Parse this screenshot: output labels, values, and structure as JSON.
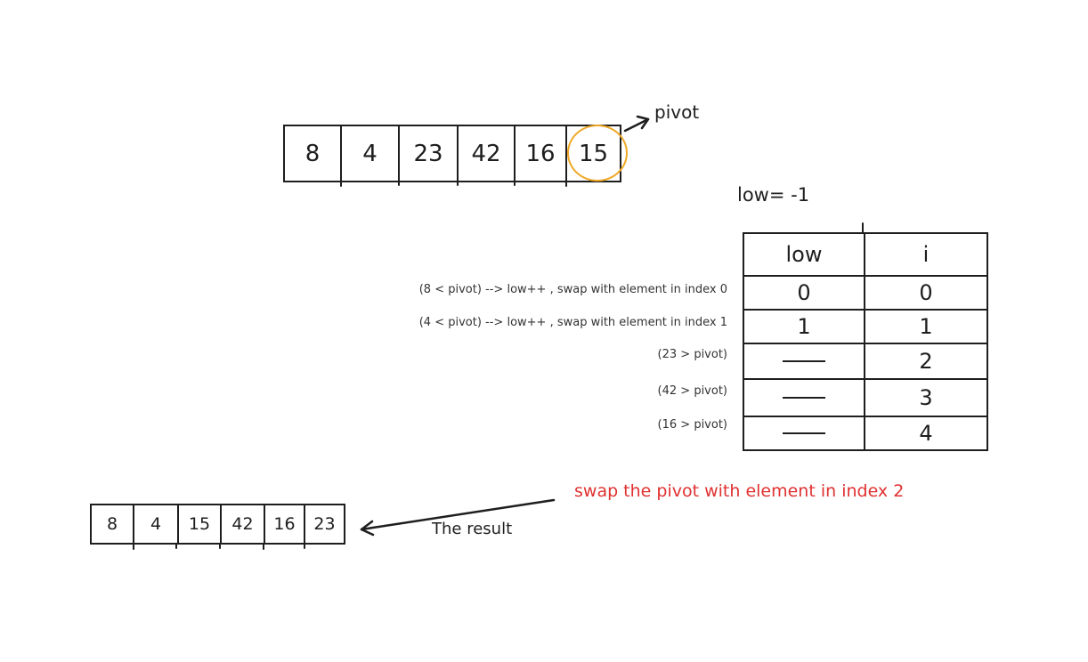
{
  "top_array": [
    "8",
    "4",
    "23",
    "42",
    "16",
    "15"
  ],
  "pivot_label": "pivot",
  "low_initial": "low= -1",
  "table": {
    "headers": [
      "low",
      "i"
    ],
    "rows": [
      {
        "low": "0",
        "i": "0",
        "note": "(8 < pivot)  --> low++ , swap with element in index 0"
      },
      {
        "low": "1",
        "i": "1",
        "note": "(4 < pivot)  --> low++ , swap with element in index 1"
      },
      {
        "low": "—",
        "i": "2",
        "note": "(23 > pivot)"
      },
      {
        "low": "—",
        "i": "3",
        "note": "(42 > pivot)"
      },
      {
        "low": "—",
        "i": "4",
        "note": "(16 > pivot)"
      }
    ]
  },
  "swap_note": "swap the pivot with element in index 2",
  "result_label": "The result",
  "result_array": [
    "8",
    "4",
    "15",
    "42",
    "16",
    "23"
  ],
  "colors": {
    "pivot_highlight": "#f0a825",
    "swap_note": "#e03131",
    "ink": "#1e1e1e"
  }
}
